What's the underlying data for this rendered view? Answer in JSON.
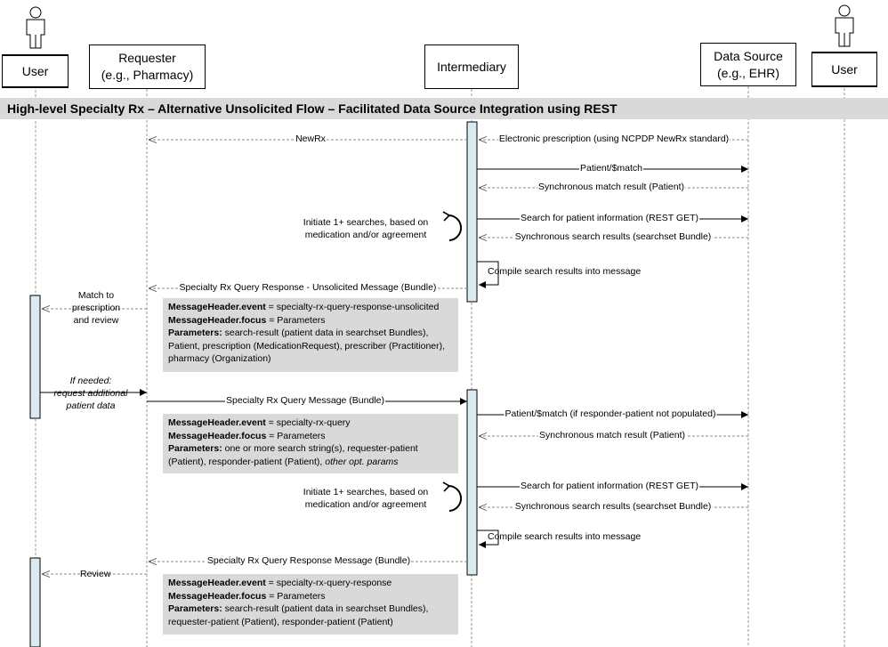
{
  "participants": {
    "user_left": "User",
    "requester": "Requester\n(e.g., Pharmacy)",
    "intermediary": "Intermediary",
    "data_source": "Data Source\n(e.g., EHR)",
    "user_right": "User"
  },
  "title": "High-level Specialty Rx – Alternative Unsolicited Flow – Facilitated Data Source Integration using REST",
  "messages": {
    "newrx": "NewRx",
    "electronic_prescription": "Electronic prescription (using NCPDP NewRx standard)",
    "patient_match_1": "Patient/$match",
    "sync_match_1": "Synchronous match result (Patient)",
    "initiate_searches_1": "Initiate 1+ searches, based on\nmedication and/or agreement",
    "search_patient_1": "Search for patient information (REST GET)",
    "sync_search_1": "Synchronous search results (searchset Bundle)",
    "compile_1": "Compile search results into message",
    "unsolicited_response": "Specialty Rx Query Response - Unsolicited Message (Bundle)",
    "match_review": "Match to\nprescription\nand review",
    "if_needed": "If needed:\nrequest additional\npatient data",
    "query_message": "Specialty Rx Query Message (Bundle)",
    "patient_match_2": "Patient/$match (if responder-patient not populated)",
    "sync_match_2": "Synchronous match result (Patient)",
    "initiate_searches_2": "Initiate 1+ searches, based on\nmedication and/or agreement",
    "search_patient_2": "Search for patient information (REST GET)",
    "sync_search_2": "Synchronous search results (searchset Bundle)",
    "compile_2": "Compile search results  into message",
    "query_response": "Specialty Rx Query Response Message (Bundle)",
    "review": "Review"
  },
  "notes": {
    "note1": {
      "l1_key": "MessageHeader.event",
      "l1_val": " = specialty-rx-query-response-unsolicited",
      "l2_key": "MessageHeader.focus",
      "l2_val": " = Parameters",
      "l3_key": "Parameters:",
      "l3_val": " search-result (patient data in searchset Bundles), Patient, prescription (MedicationRequest), prescriber (Practitioner), pharmacy (Organization)"
    },
    "note2": {
      "l1_key": "MessageHeader.event",
      "l1_val": " = specialty-rx-query",
      "l2_key": "MessageHeader.focus",
      "l2_val": " = Parameters",
      "l3_key": "Parameters:",
      "l3_val": " one or more search string(s), requester-patient (Patient), responder-patient (Patient), ",
      "l3_ital": "other opt. params"
    },
    "note3": {
      "l1_key": "MessageHeader.event",
      "l1_val": " = specialty-rx-query-response",
      "l2_key": "MessageHeader.focus",
      "l2_val": " = Parameters",
      "l3_key": "Parameters:",
      "l3_val": " search-result (patient data in searchset Bundles), requester-patient (Patient), responder-patient (Patient)"
    }
  },
  "colors": {
    "note_bg": "#d9d9d9",
    "activation_bg": "#dbe9f1",
    "title_bg": "#d9d9d9"
  },
  "icons": [
    "person-icon",
    "person-icon"
  ]
}
